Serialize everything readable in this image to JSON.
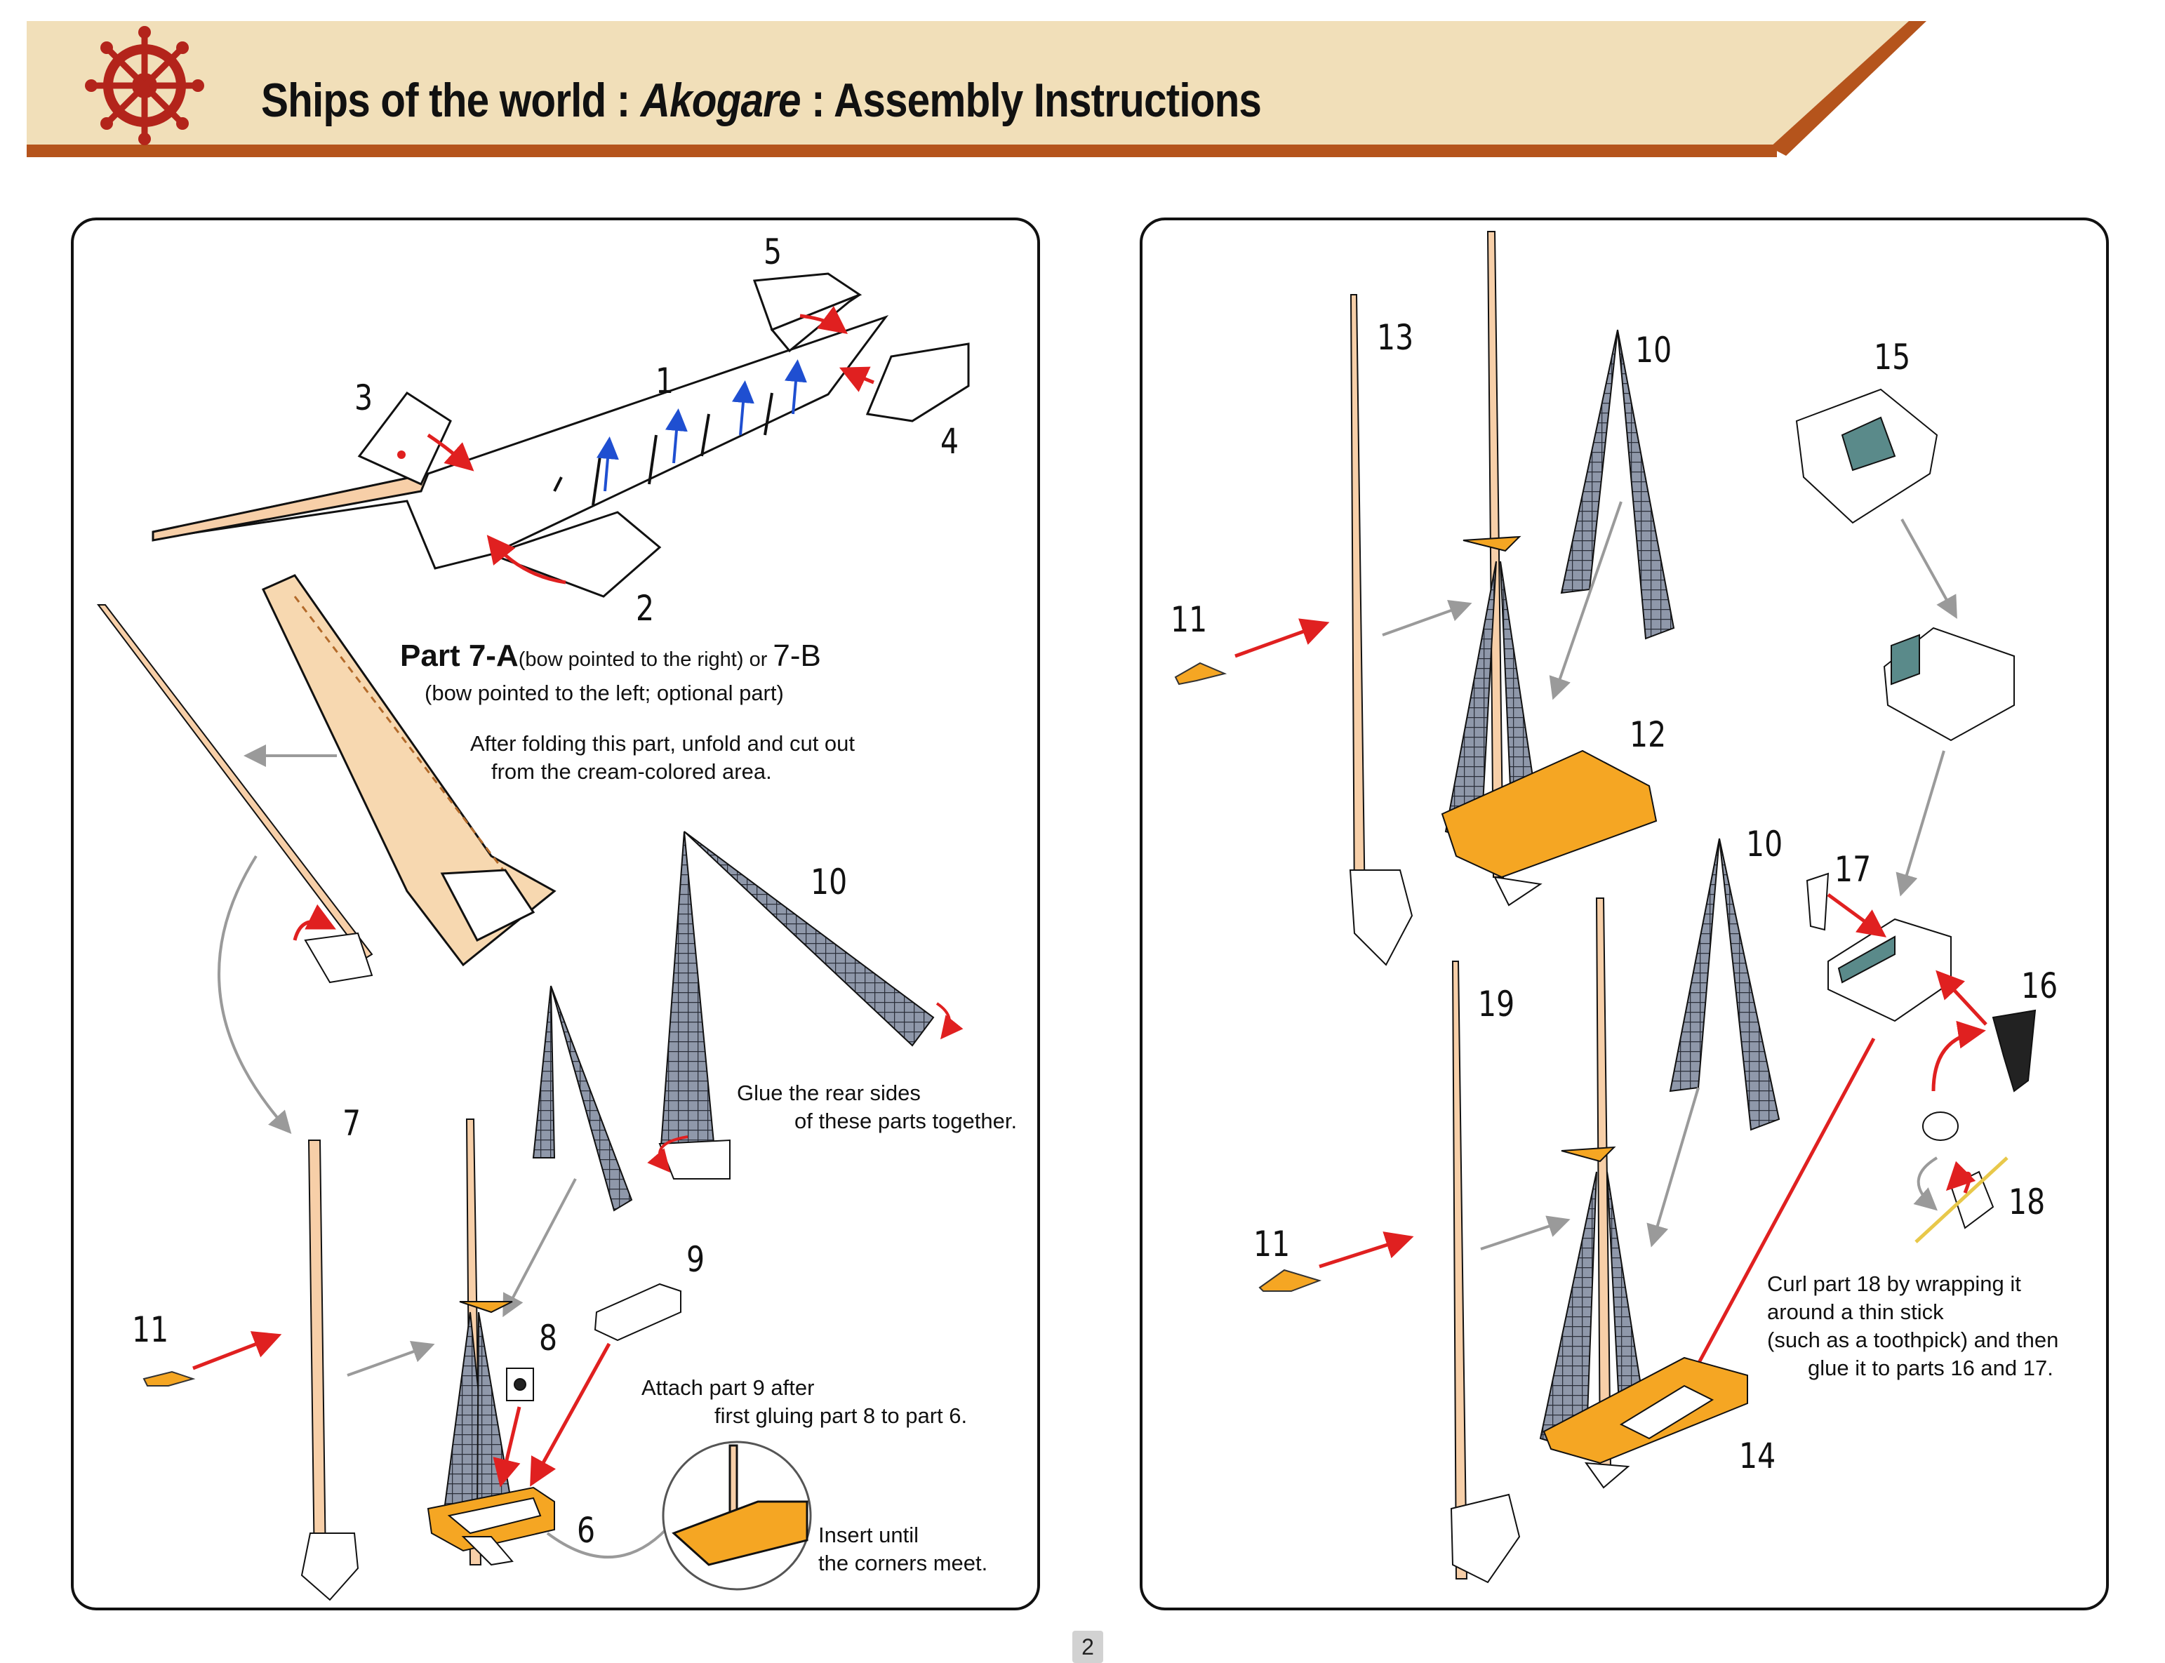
{
  "header": {
    "title_prefix": "Ships of the world : ",
    "title_ship": "Akogare",
    "title_suffix": " : Assembly Instructions"
  },
  "left_panel": {
    "labels": {
      "p1": "1",
      "p2": "2",
      "p3": "3",
      "p4": "4",
      "p5": "5",
      "p6": "6",
      "p7": "7",
      "p8": "8",
      "p9": "9",
      "p10": "10",
      "p11": "11"
    },
    "part7_title": "Part 7-A",
    "part7_paren_a": "(bow pointed to the right) or ",
    "part7_b": "7-B",
    "part7_paren_b": "(bow pointed to the left; optional part)",
    "fold_note_1": "After folding this part, unfold and cut out",
    "fold_note_2": "from the cream-colored area.",
    "glue_note_1": "Glue the rear sides",
    "glue_note_2": "of these parts together.",
    "attach_note_1": "Attach part 9 after",
    "attach_note_2": "first gluing part 8 to part 6.",
    "insert_note_1": "Insert until",
    "insert_note_2": "the corners meet."
  },
  "right_panel": {
    "labels": {
      "p13": "13",
      "p10a": "10",
      "p15": "15",
      "p11a": "11",
      "p12": "12",
      "p10b": "10",
      "p17": "17",
      "p19": "19",
      "p16": "16",
      "p11b": "11",
      "p18": "18",
      "p14": "14"
    },
    "curl_note_1": "Curl part 18 by wrapping it",
    "curl_note_2": "around a thin stick",
    "curl_note_3": "(such as a toothpick) and then",
    "curl_note_4": "glue it to parts 16 and 17."
  },
  "page_number": "2",
  "colors": {
    "header_band": "#f1dfb9",
    "header_stripe": "#b5541c",
    "helm_wheel": "#b3241b",
    "mast": "#f7cfa8",
    "sail": "#8f98aa",
    "deck": "#f5a623",
    "arrow_red": "#e02020",
    "arrow_gray": "#9a9a9a",
    "arrow_blue": "#1f4fd1"
  }
}
